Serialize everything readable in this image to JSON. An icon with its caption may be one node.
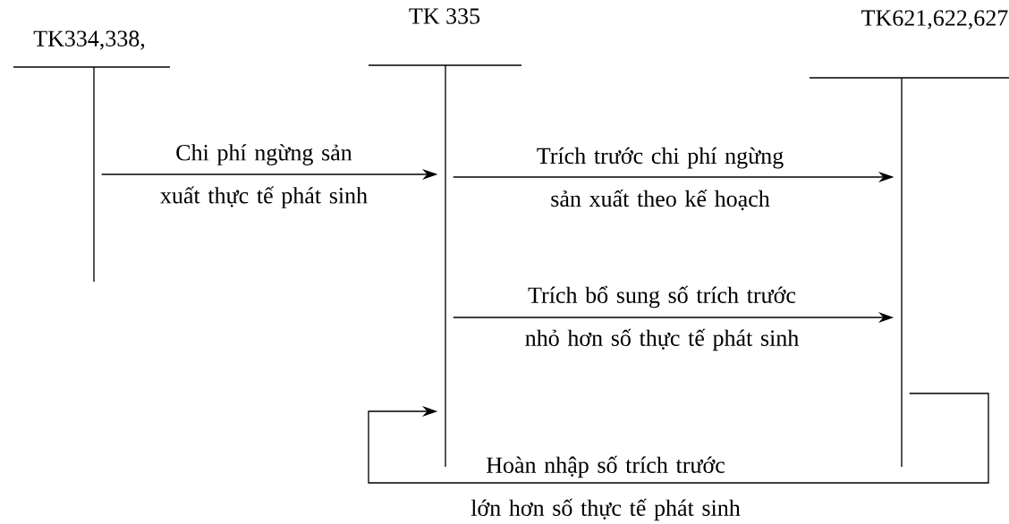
{
  "diagram": {
    "nodes": [
      {
        "text": [
          "TK334,338,"
        ]
      },
      {
        "text": [
          "TK 335"
        ]
      },
      {
        "text": [
          "TK621,622,627"
        ]
      }
    ],
    "edges": [
      {
        "from": 0,
        "to": 1,
        "arrow": "to",
        "label": "Chi phí ngừng sản xuất thực tế phát sinh"
      },
      {
        "from": 1,
        "to": 2,
        "arrow": "to",
        "label": "Trích trước chi phí ngừng sản xuất theo kế hoạch"
      },
      {
        "from": 1,
        "to": 2,
        "arrow": "to",
        "label": "Trích bổ sung số trích trước nhỏ hơn số thực tế phát sinh"
      },
      {
        "from": 2,
        "to": 1,
        "arrow": "to",
        "label": "Hoàn nhập số trích trước lớn hơn số thực tế phát sinh"
      }
    ]
  }
}
